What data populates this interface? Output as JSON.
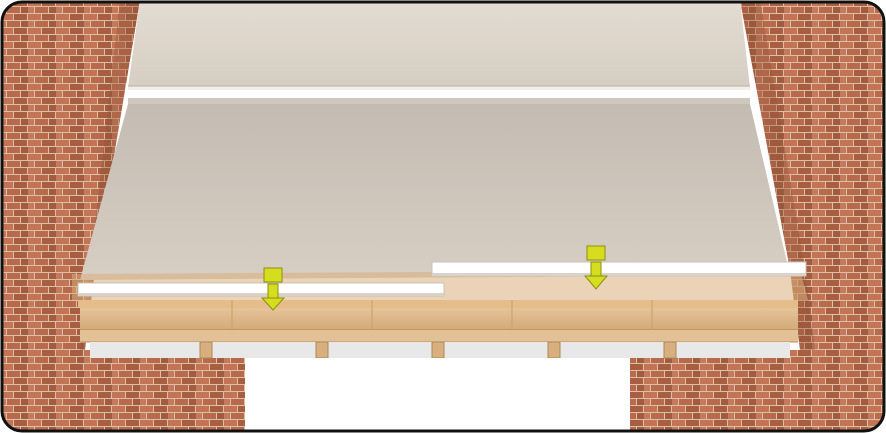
{
  "illustration": {
    "labels": [],
    "colors": {
      "brick": "#b56a4a",
      "brick_dark": "#8f4f35",
      "mortar": "#d9b9a0",
      "board": "#d2c9c0",
      "board_far": "#dcd5cb",
      "board_edge": "#e9e5df",
      "joist": "#ddb88a",
      "joist_dark": "#b9905f",
      "batten": "#ffffff",
      "arrow": "#d6dc1e",
      "arrow_stroke": "#8a8f10",
      "frame": "#111111",
      "ceiling_gap": "#e8e8e8"
    },
    "arrows": [
      {
        "name": "arrow-left-batten-down",
        "direction": "down"
      },
      {
        "name": "arrow-right-batten-down",
        "direction": "down"
      }
    ]
  }
}
